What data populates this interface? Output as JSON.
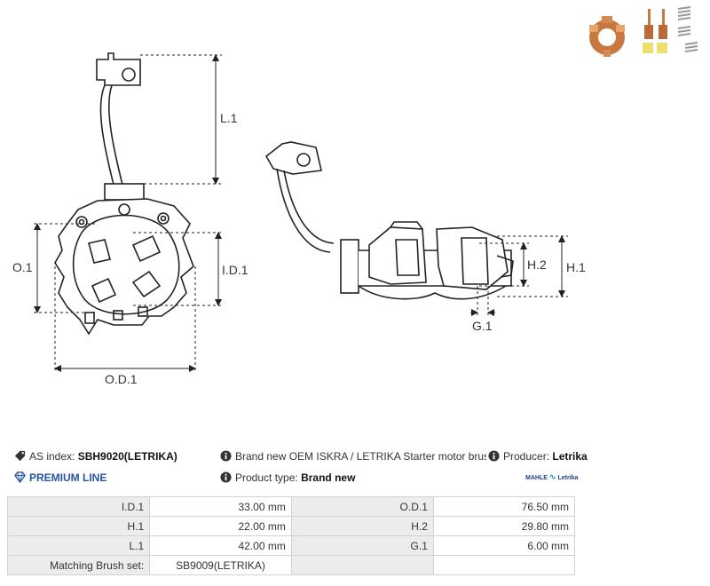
{
  "drawing": {
    "dim_labels": {
      "l1": "L.1",
      "o1": "O.1",
      "id1": "I.D.1",
      "od1": "O.D.1",
      "h2": "H.2",
      "h1": "H.1",
      "g1": "G.1"
    }
  },
  "product_photo": {
    "icon": "brush-holder-photo"
  },
  "info": {
    "as_index_label": "AS index:",
    "as_index_value": "SBH9020(LETRIKA)",
    "description": "Brand new OEM ISKRA / LETRIKA Starter motor brush holder",
    "producer_label": "Producer:",
    "producer_value": "Letrika",
    "premium": "PREMIUM LINE",
    "product_type_label": "Product type:",
    "product_type_value": "Brand new",
    "brand_logo_left": "MAHLE",
    "brand_logo_right": "Letrika"
  },
  "colors": {
    "premium_blue": "#2754a0",
    "label_cell_bg": "#ececec",
    "line": "#222222"
  },
  "specs": {
    "rows": [
      {
        "l1": "I.D.1",
        "v1": "33.00 mm",
        "l2": "O.D.1",
        "v2": "76.50 mm"
      },
      {
        "l1": "H.1",
        "v1": "22.00 mm",
        "l2": "H.2",
        "v2": "29.80 mm"
      },
      {
        "l1": "L.1",
        "v1": "42.00 mm",
        "l2": "G.1",
        "v2": "6.00 mm"
      },
      {
        "l1": "Matching Brush set:",
        "v1": "SB9009(LETRIKA)",
        "l2": "",
        "v2": ""
      }
    ]
  }
}
